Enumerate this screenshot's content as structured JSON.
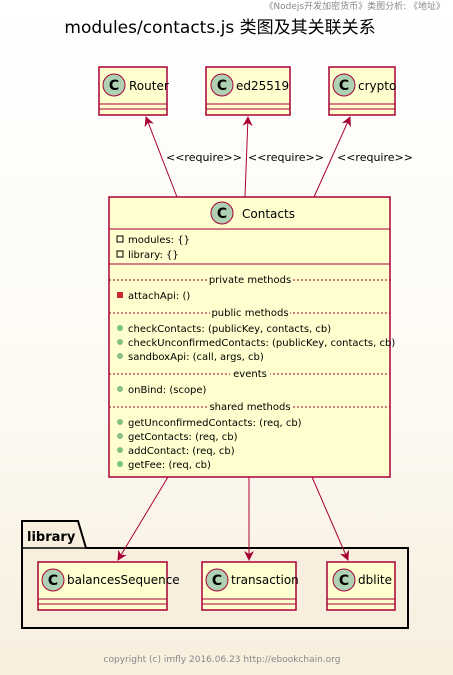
{
  "header": "《Nodejs开发加密货币》类图分析: 《地址》",
  "title": "modules/contacts.js 类图及其关联关系",
  "footer": "copyright (c) imfly 2016.06.23 http://ebookchain.org",
  "stereotype": "<<require>>",
  "top_classes": [
    {
      "name": "Router"
    },
    {
      "name": "ed25519"
    },
    {
      "name": "crypto"
    }
  ],
  "main_class": {
    "name": "Contacts",
    "fields": [
      "modules: {}",
      "library: {}"
    ],
    "sections": [
      {
        "title": "private methods",
        "methods": [
          "attachApi: ()"
        ]
      },
      {
        "title": "public methods",
        "methods": [
          "checkContacts: (publicKey, contacts, cb)",
          "checkUnconfirmedContacts: (publicKey, contacts, cb)",
          "sandboxApi: (call, args, cb)"
        ]
      },
      {
        "title": "events",
        "methods": [
          "onBind: (scope)"
        ]
      },
      {
        "title": "shared methods",
        "methods": [
          "getUnconfirmedContacts: (req, cb)",
          "getContacts: (req, cb)",
          "addContact: (req, cb)",
          "getFee: (req, cb)"
        ]
      }
    ]
  },
  "package": {
    "name": "library",
    "classes": [
      {
        "name": "balancesSequence"
      },
      {
        "name": "transaction"
      },
      {
        "name": "dblite"
      }
    ]
  },
  "colors": {
    "class_fill": "#fefece",
    "class_border": "#a80036",
    "circle_fill": "#add1b2",
    "arrow": "#a80036",
    "private_marker": "#c82930",
    "public_marker": "#84be84",
    "package_fill": "#f7eedd",
    "text": "#000000"
  }
}
